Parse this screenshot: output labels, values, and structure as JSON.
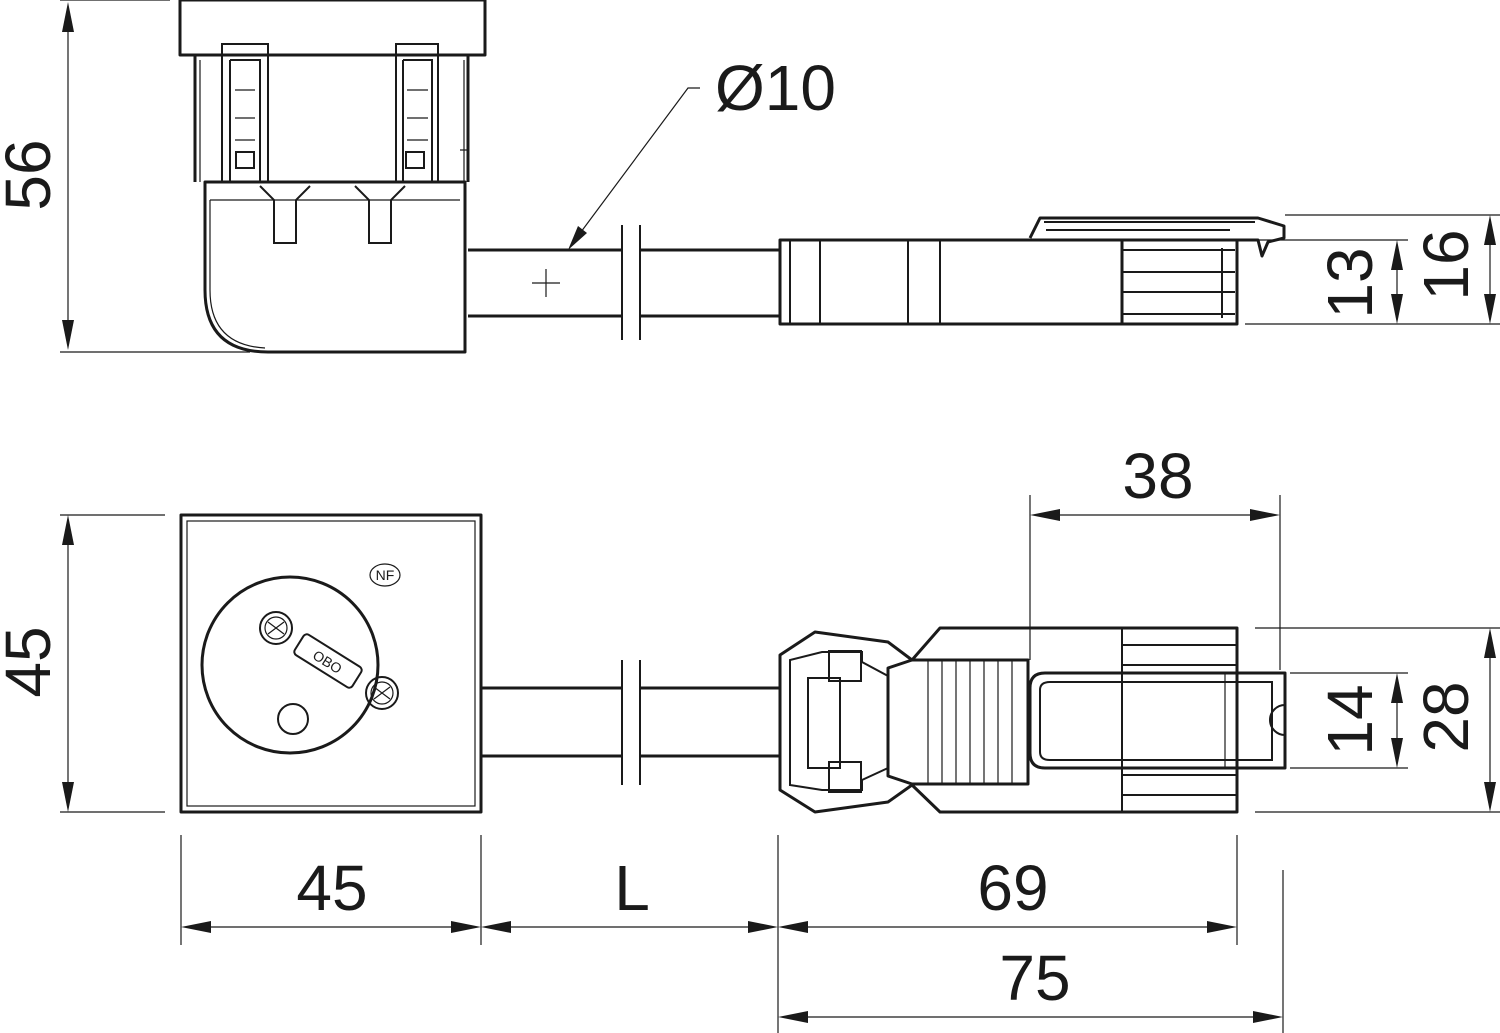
{
  "dimensions": {
    "side_height": "56",
    "cable_diameter": "Ø10",
    "connector_height_inner": "13",
    "connector_height_outer": "16",
    "front_height": "45",
    "latch_length": "38",
    "connector_width_inner": "14",
    "connector_width_outer": "28",
    "socket_width": "45",
    "cable_length": "L",
    "connector_length": "69",
    "connector_length_total": "75"
  },
  "markings": {
    "brand": "OBO",
    "certification": "NF"
  }
}
